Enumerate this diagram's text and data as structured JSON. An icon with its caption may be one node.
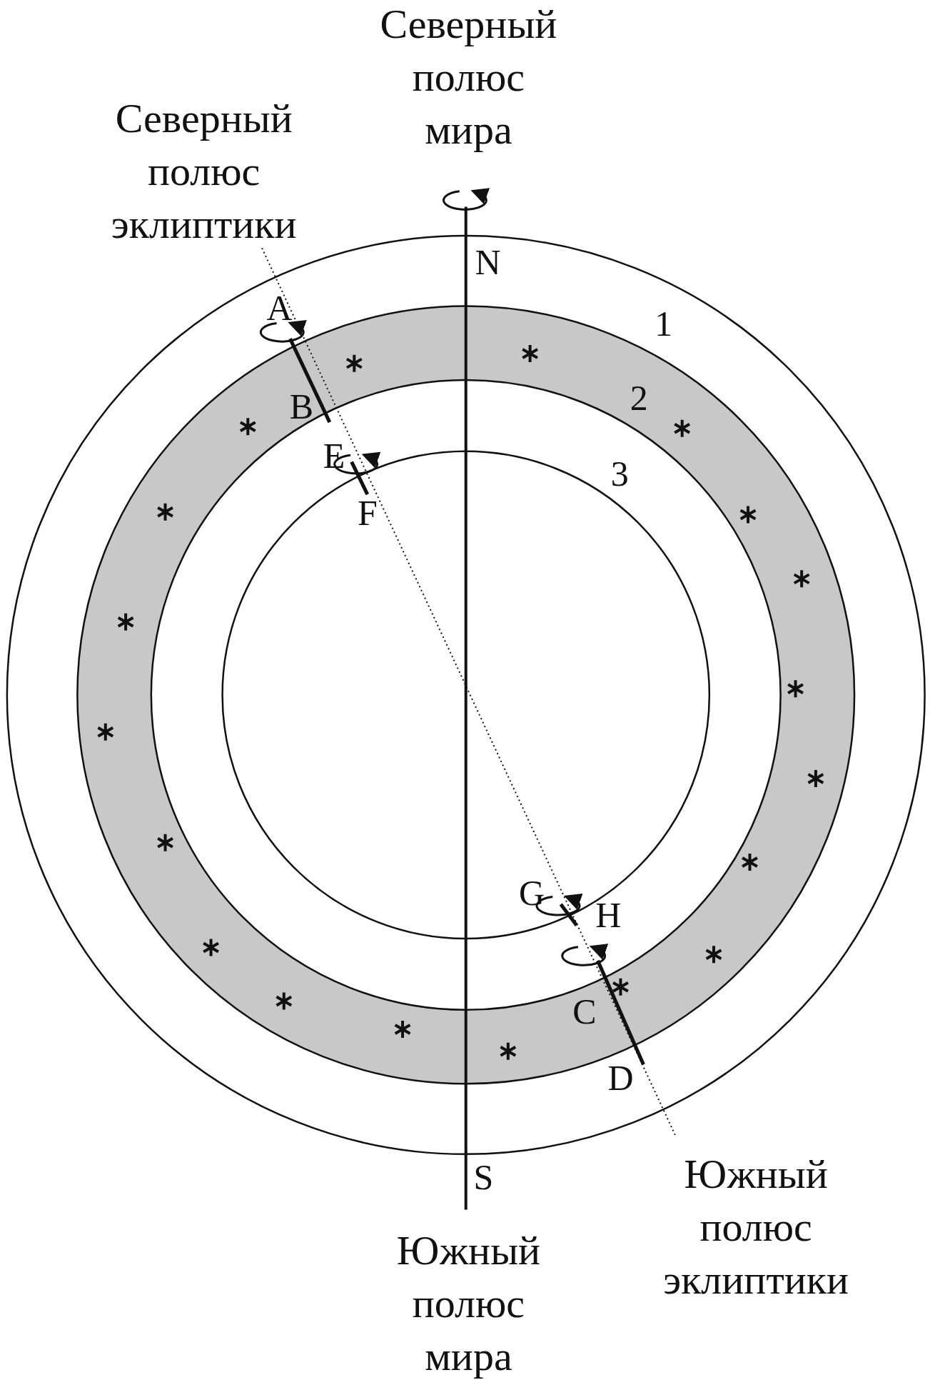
{
  "diagram": {
    "labels": [
      "Северный полюс мира",
      "Северный полюс эклиптики",
      "N",
      "A",
      "1",
      "B",
      "2",
      "E",
      "3",
      "F",
      "G",
      "H",
      "C",
      "D",
      "S",
      "Южный полюс эклиптики",
      "Южный полюс мира"
    ]
  }
}
